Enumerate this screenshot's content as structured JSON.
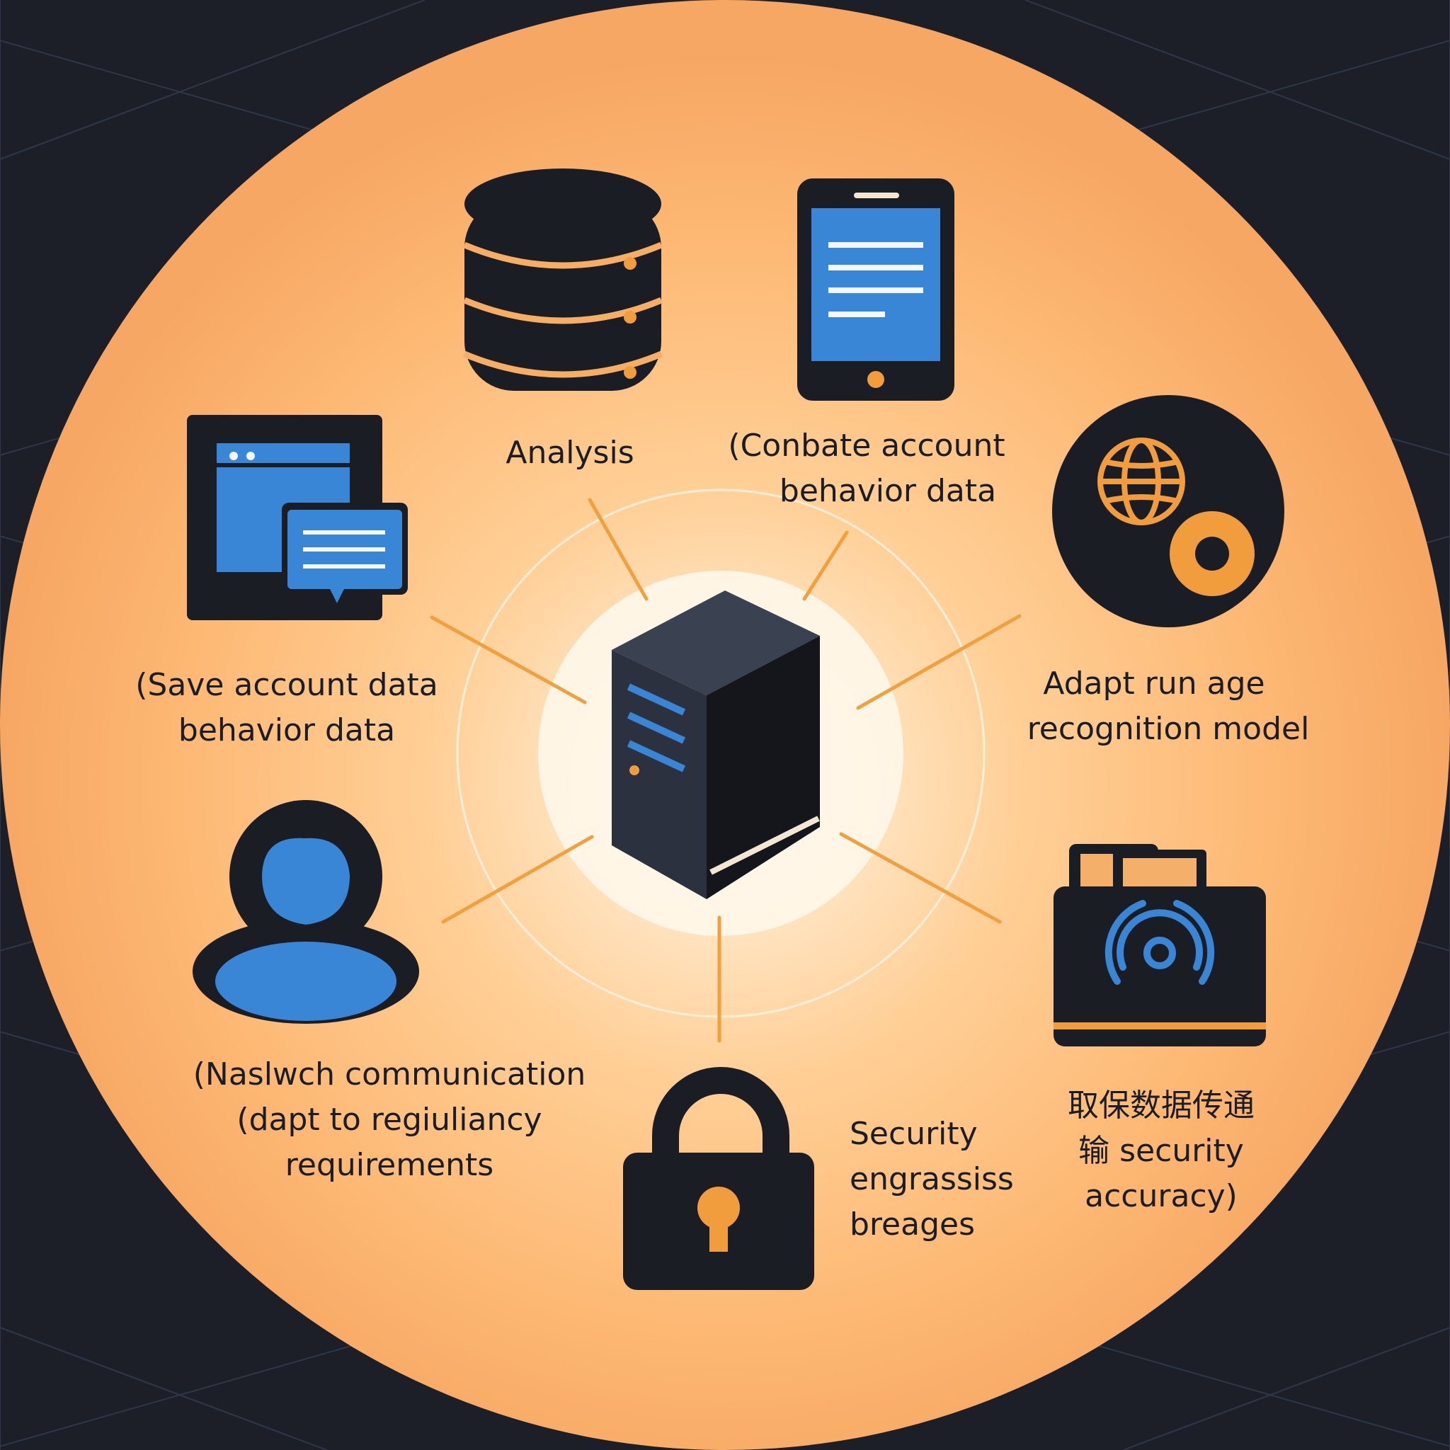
{
  "colors": {
    "background": "#1c1f28",
    "disc_outer": "#f6a763",
    "disc_inner": "#fffaf0",
    "icon_dark": "#1b1d24",
    "accent_blue": "#3a86d6",
    "accent_orange": "#f29d3d"
  },
  "center": {
    "icon": "server-tower-icon"
  },
  "nodes": [
    {
      "id": "analysis",
      "icon": "database-icon",
      "lines": [
        "Analysis"
      ]
    },
    {
      "id": "combine",
      "icon": "tablet-icon",
      "lines": [
        "(Conbate account",
        "behavior data"
      ]
    },
    {
      "id": "adapt",
      "icon": "globe-gear-icon",
      "lines": [
        "Adapt run age",
        "recognition model"
      ]
    },
    {
      "id": "transfer",
      "icon": "camera-signal-icon",
      "lines": [
        "取保数据传通",
        "输 security",
        "accuracy)"
      ]
    },
    {
      "id": "security",
      "icon": "padlock-icon",
      "lines": [
        "Security",
        "engrassiss",
        "breages"
      ]
    },
    {
      "id": "communication",
      "icon": "user-icon",
      "lines": [
        "(Naslwch communication",
        "(dapt to regiuliancy",
        "requirements"
      ]
    },
    {
      "id": "save",
      "icon": "browser-chat-icon",
      "lines": [
        "(Save account data",
        "behavior data"
      ]
    }
  ]
}
